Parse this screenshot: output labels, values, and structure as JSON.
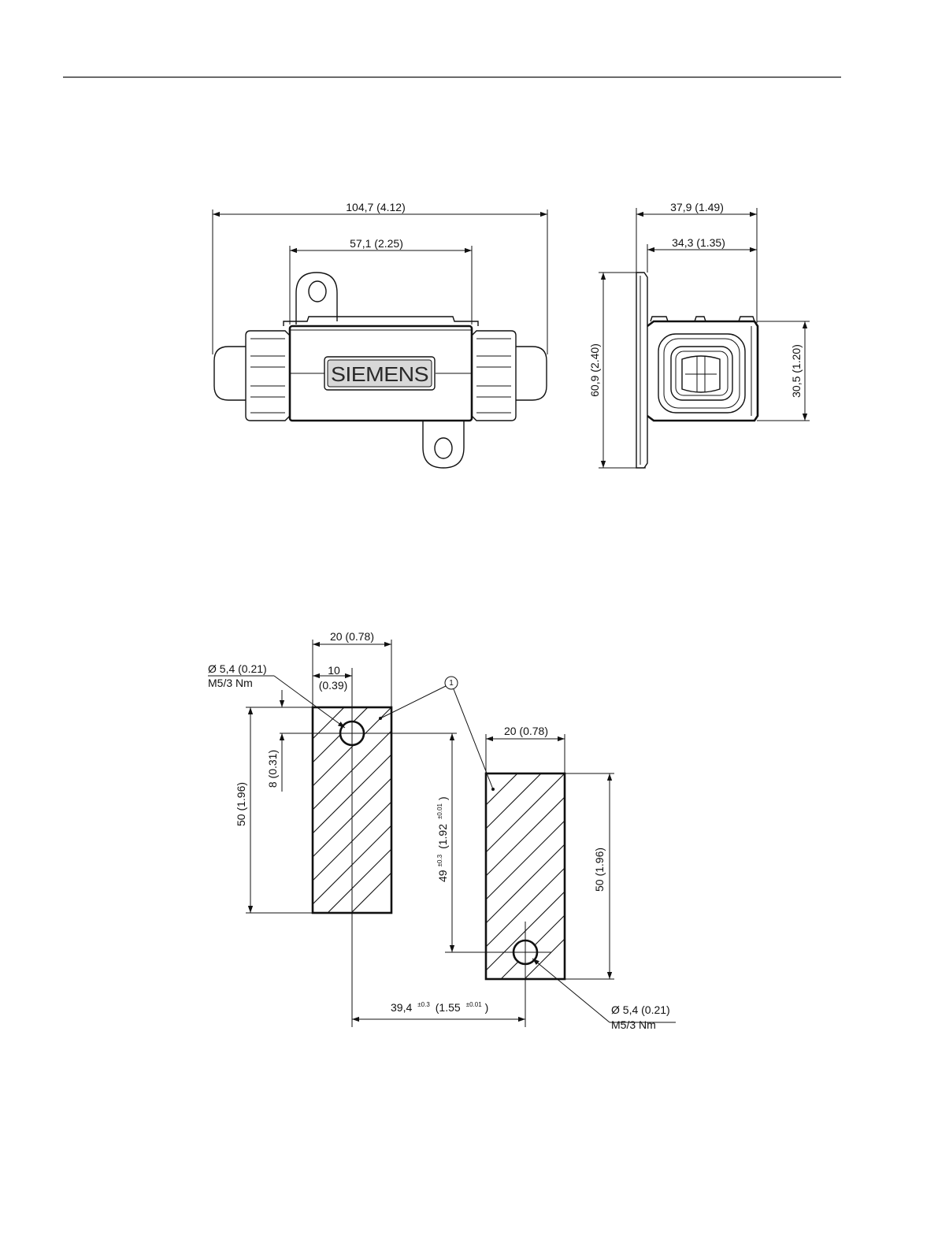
{
  "top_view": {
    "logo_text": "SIEMENS",
    "overall_length": "104,7 (4.12)",
    "body_length": "57,1 (2.25)"
  },
  "side_view": {
    "overall_depth": "37,9 (1.49)",
    "body_depth": "34,3 (1.35)",
    "height": "60,9 (2.40)",
    "body_height": "30,5 (1.20)"
  },
  "drilling_template": {
    "callout": "1",
    "left_block": {
      "width": "20 (0.78)",
      "hole_diameter": "Ø 5,4 (0.21)",
      "screw": "M5/3 Nm",
      "hole_offset_x_value": "10",
      "hole_offset_x_inch": "(0.39)",
      "hole_offset_y": "8 (0.31)",
      "height": "50 (1.96)"
    },
    "right_block": {
      "width": "20 (0.78)",
      "height": "50 (1.96)",
      "hole_diameter": "Ø 5,4 (0.21)",
      "screw": "M5/3 Nm"
    },
    "vertical_spacing": {
      "value": "49",
      "tol": "±0.3",
      "inch": "(1.92",
      "inch_tol": "±0.01",
      "close": ")"
    },
    "horizontal_spacing": {
      "value": "39,4",
      "tol": "±0.3",
      "inch": "(1.55",
      "inch_tol": "±0.01",
      "close": ")"
    }
  }
}
